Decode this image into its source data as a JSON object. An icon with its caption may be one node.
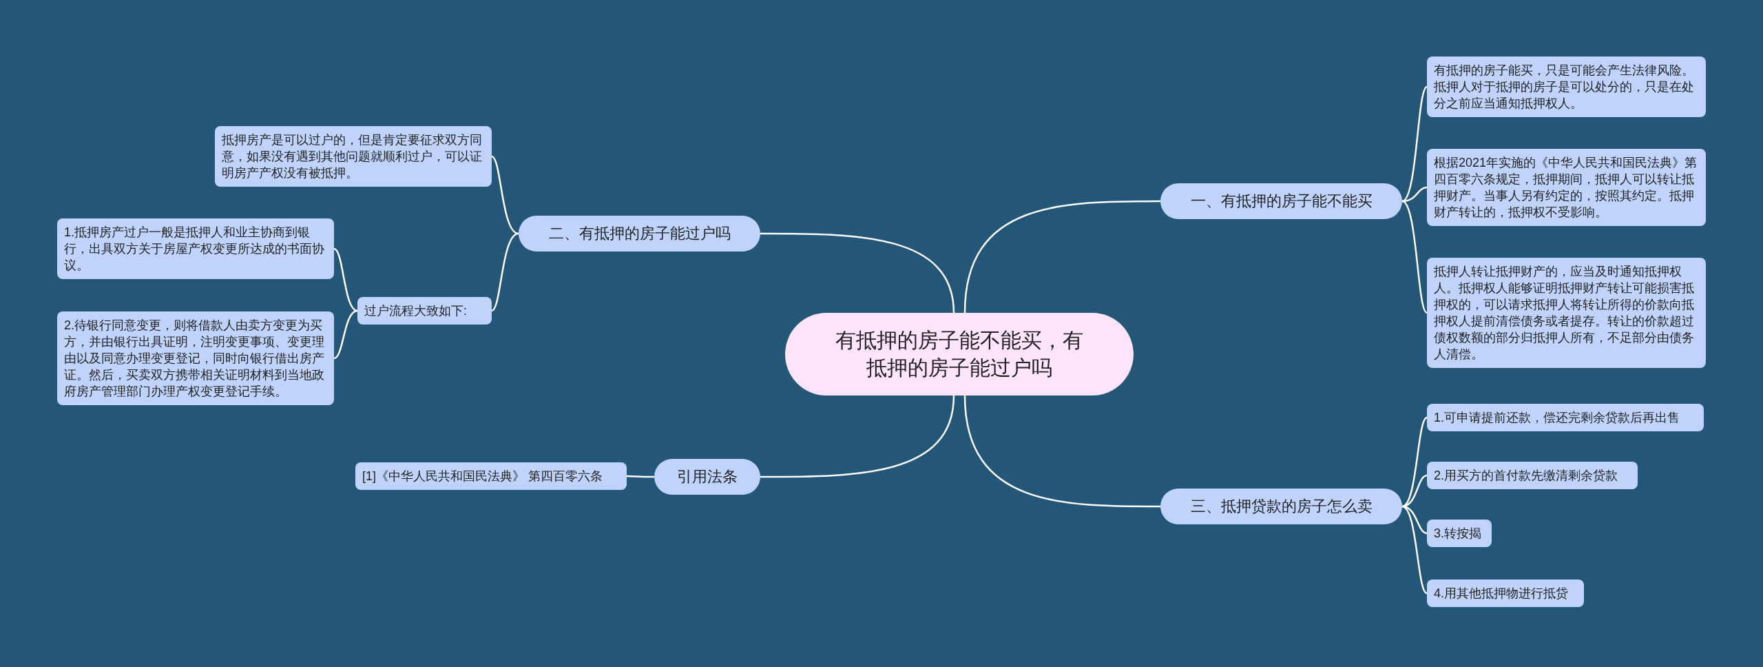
{
  "diagram": {
    "nodes": [
      {
        "text": [
          "有抵押的房子能不能买，有抵押的房子能过户吗"
        ]
      },
      {
        "text": [
          "一、有抵押的房子能不能买"
        ]
      },
      {
        "text": [
          "有抵押的房子能买，只是可能会产生法律风险。抵押人对于抵押的房子是可以处分的，只是在处分之前应当通知抵押权人。"
        ]
      },
      {
        "text": [
          "根据2021年实施的《中华人民共和国民法典》第四百零六条规定，抵押期间，抵押人可以转让抵押财产。当事人另有约定的，按照其约定。抵押财产转让的，抵押权不受影响。"
        ]
      },
      {
        "text": [
          "抵押人转让抵押财产的，应当及时通知抵押权人。抵押权人能够证明抵押财产转让可能损害抵押权的，可以请求抵押人将转让所得的价款向抵押权人提前清偿债务或者提存。转让的价款超过债权数额的部分归抵押人所有，不足部分由债务人清偿。"
        ]
      },
      {
        "text": [
          "二、有抵押的房子能过户吗"
        ]
      },
      {
        "text": [
          "抵押房产是可以过户的，但是肯定要征求双方同意，如果没有遇到其他问题就顺利过户，可以证明房产产权没有被抵押。"
        ]
      },
      {
        "text": [
          "过户流程大致如下:"
        ]
      },
      {
        "text": [
          "1.抵押房产过户一般是抵押人和业主协商到银行，出具双方关于房屋产权变更所达成的书面协议。"
        ]
      },
      {
        "text": [
          "2.待银行同意变更，则将借款人由卖方变更为买方，并由银行出具证明，注明变更事项、变更理由以及同意办理变更登记，同时向银行借出房产证。然后，买卖双方携带相关证明材料到当地政府房产管理部门办理产权变更登记手续。"
        ]
      },
      {
        "text": [
          "三、抵押贷款的房子怎么卖"
        ]
      },
      {
        "text": [
          "1.可申请提前还款，偿还完剩余贷款后再出售"
        ]
      },
      {
        "text": [
          "2.用买方的首付款先缴清剩余贷款"
        ]
      },
      {
        "text": [
          "3.转按揭"
        ]
      },
      {
        "text": [
          "4.用其他抵押物进行抵贷"
        ]
      },
      {
        "text": [
          "引用法条"
        ]
      },
      {
        "text": [
          "[1]《中华人民共和国民法典》 第四百零六条"
        ]
      }
    ],
    "edges": [
      {
        "from": 0,
        "to": 1,
        "arrow": "none"
      },
      {
        "from": 1,
        "to": 2,
        "arrow": "none"
      },
      {
        "from": 1,
        "to": 3,
        "arrow": "none"
      },
      {
        "from": 1,
        "to": 4,
        "arrow": "none"
      },
      {
        "from": 0,
        "to": 5,
        "arrow": "none"
      },
      {
        "from": 5,
        "to": 6,
        "arrow": "none"
      },
      {
        "from": 5,
        "to": 7,
        "arrow": "none"
      },
      {
        "from": 7,
        "to": 8,
        "arrow": "none"
      },
      {
        "from": 7,
        "to": 9,
        "arrow": "none"
      },
      {
        "from": 0,
        "to": 10,
        "arrow": "none"
      },
      {
        "from": 10,
        "to": 11,
        "arrow": "none"
      },
      {
        "from": 10,
        "to": 12,
        "arrow": "none"
      },
      {
        "from": 10,
        "to": 13,
        "arrow": "none"
      },
      {
        "from": 10,
        "to": 14,
        "arrow": "none"
      },
      {
        "from": 0,
        "to": 15,
        "arrow": "none"
      },
      {
        "from": 15,
        "to": 16,
        "arrow": "none"
      }
    ]
  }
}
